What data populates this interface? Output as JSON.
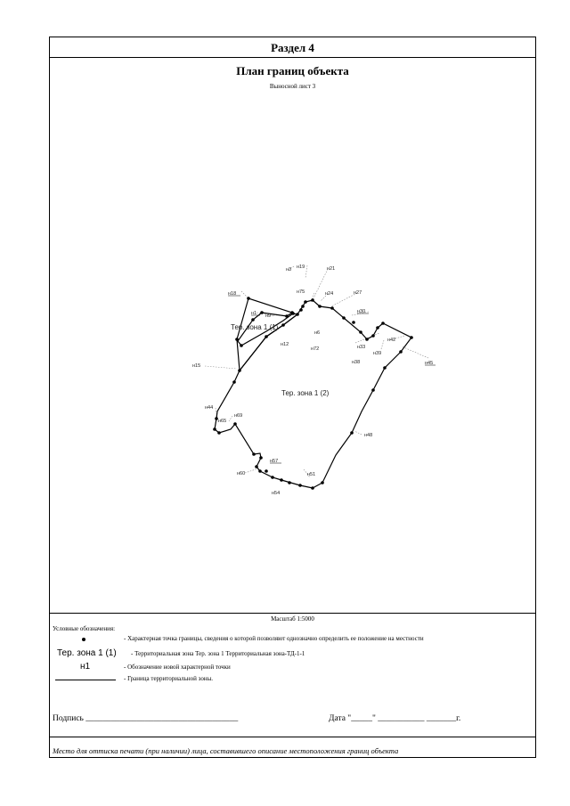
{
  "section_title": "Раздел 4",
  "plan_title": "План границ объекта",
  "plan_subtitle": "Выносной лист 3",
  "map": {
    "zone_labels": [
      "Тер. зона 1 (1)",
      "Тер. зона 1 (2)"
    ],
    "point_labels": [
      "н3",
      "н19",
      "н21",
      "н75",
      "н24",
      "н27",
      "н18",
      "н1",
      "н9",
      "н30",
      "н6",
      "н12",
      "н72",
      "н33",
      "н42",
      "н38",
      "н39",
      "н45",
      "н15",
      "н44",
      "н69",
      "н65",
      "н48",
      "н57",
      "н60",
      "н51",
      "н54"
    ],
    "line_color": "#000000",
    "leader_color": "#888888"
  },
  "scale": "Масштаб 1:5000",
  "legend": {
    "title": "Условные обозначения:",
    "point_desc": "- Характерная точка границы, сведения о которой позволяют однозначно определить ее положение на местности",
    "zone_sample": "Тер. зона 1 (1)",
    "zone_desc": "- Территориальная зона Тер. зона 1     Территориальная  зона-ТД-1-1",
    "new_point_sample": "н1",
    "new_point_desc": "- Обозначение новой характерной точки",
    "boundary_desc": "- Граница территориальной зоны."
  },
  "signature": "Подпись ____________________________________",
  "date": "Дата \"_____\" ___________ _______г.",
  "stamp_note": "Место для оттиска печати (при наличии) лица, составившего описание местоположения границ объекта"
}
